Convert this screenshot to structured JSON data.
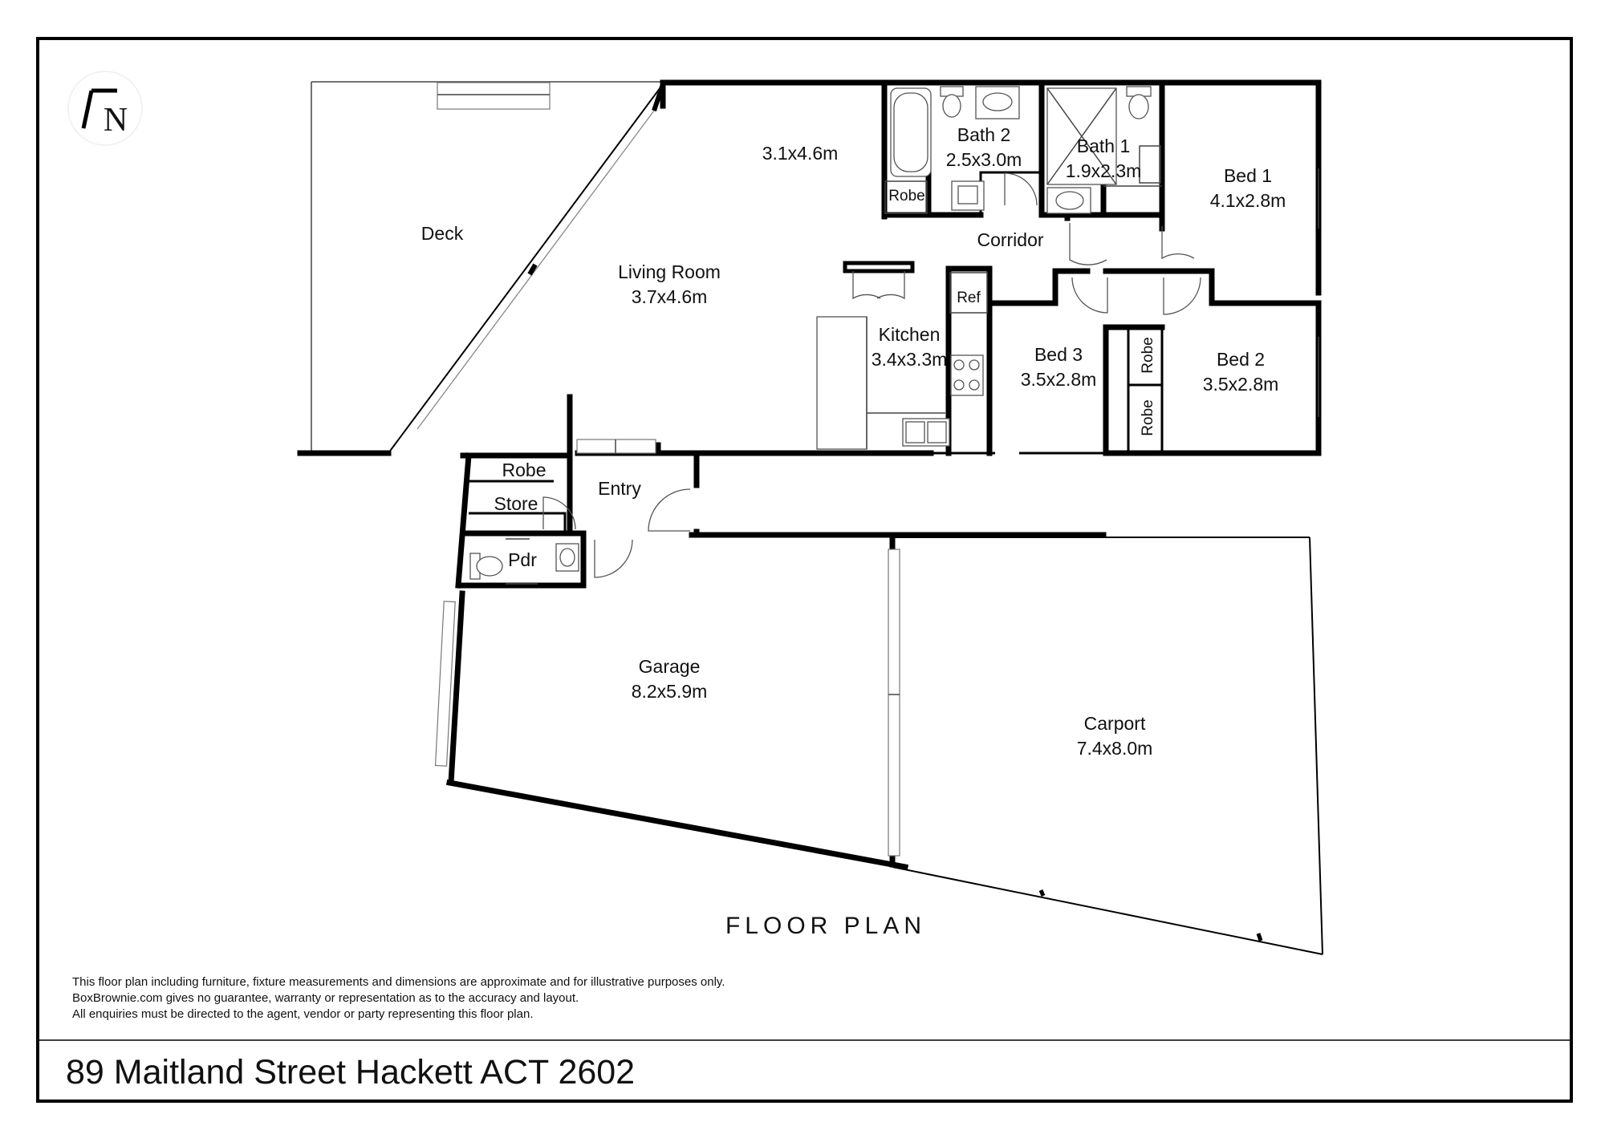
{
  "compass": {
    "letter": "N"
  },
  "rooms": {
    "deck": {
      "name": "Deck"
    },
    "dining": {
      "dims": "3.1x4.6m"
    },
    "living": {
      "name": "Living Room",
      "dims": "3.7x4.6m"
    },
    "bath2": {
      "name": "Bath 2",
      "dims": "2.5x3.0m"
    },
    "bath1": {
      "name": "Bath 1",
      "dims": "1.9x2.3m"
    },
    "bed1": {
      "name": "Bed 1",
      "dims": "4.1x2.8m"
    },
    "corridor": {
      "name": "Corridor"
    },
    "robe_bath2": {
      "name": "Robe"
    },
    "ref": {
      "name": "Ref"
    },
    "kitchen": {
      "name": "Kitchen",
      "dims": "3.4x3.3m"
    },
    "bed3": {
      "name": "Bed 3",
      "dims": "3.5x2.8m"
    },
    "robe_bed2_upper": {
      "name": "Robe"
    },
    "robe_bed2_lower": {
      "name": "Robe"
    },
    "bed2": {
      "name": "Bed 2",
      "dims": "3.5x2.8m"
    },
    "robe_entry": {
      "name": "Robe"
    },
    "store": {
      "name": "Store"
    },
    "entry": {
      "name": "Entry"
    },
    "pdr": {
      "name": "Pdr"
    },
    "garage": {
      "name": "Garage",
      "dims": "8.2x5.9m"
    },
    "carport": {
      "name": "Carport",
      "dims": "7.4x8.0m"
    }
  },
  "plan_title": "FLOOR PLAN",
  "disclaimer": [
    "This floor plan including furniture, fixture measurements and dimensions are approximate and for illustrative purposes only.",
    "BoxBrownie.com gives no guarantee, warranty or representation as to the accuracy and layout.",
    "All enquiries must be directed to the agent, vendor or party representing this floor plan."
  ],
  "address": "89 Maitland Street Hackett ACT 2602"
}
